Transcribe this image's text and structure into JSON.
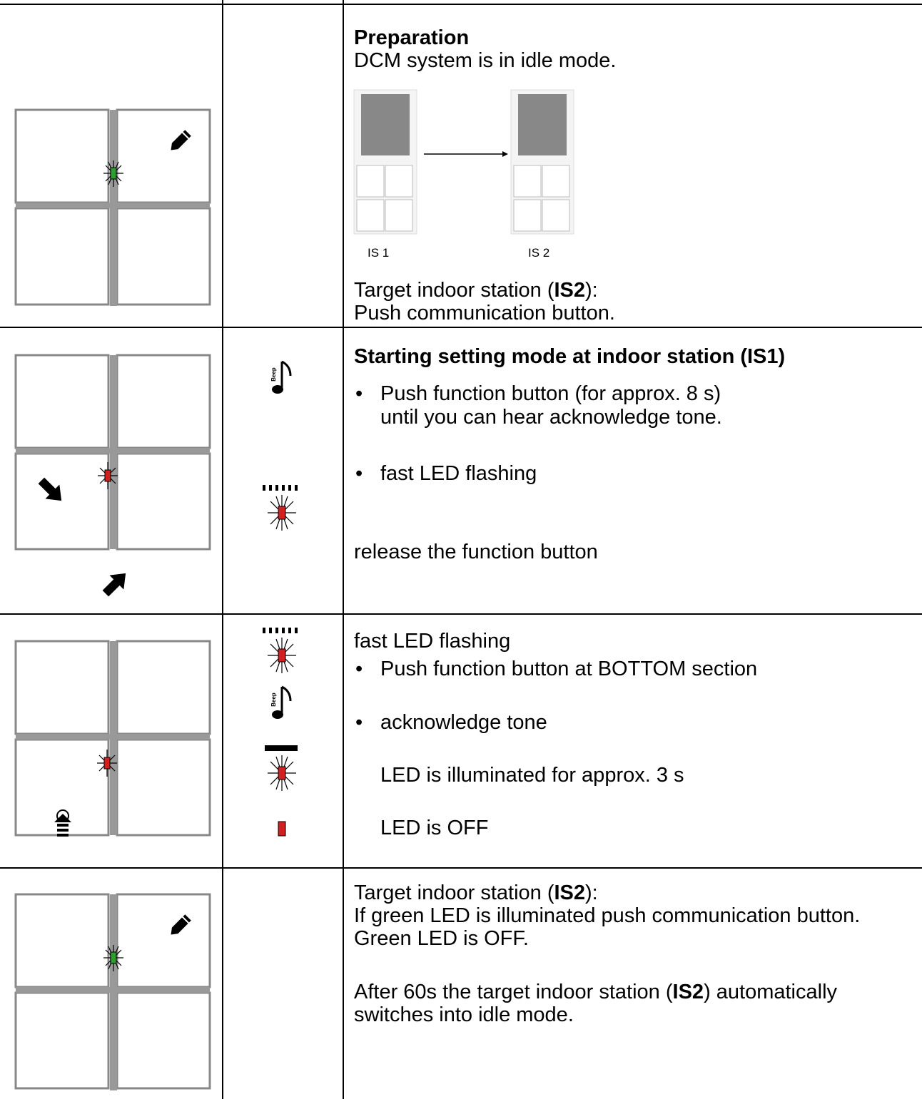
{
  "steps": [
    {
      "heading": "Preparation",
      "lines": [
        "DCM system is in idle mode."
      ],
      "diagram": {
        "label_left": "IS 1",
        "label_right": "IS 2"
      },
      "target": {
        "prefix": "Target indoor station (",
        "bold": "IS2",
        "suffix": "):"
      },
      "action": "Push communication button.",
      "led_color": "#2e9e2e"
    },
    {
      "heading": "Starting setting mode at indoor station (IS1)",
      "bullet1_line1": "Push function button (for approx. 8 s)",
      "bullet1_line2": "until you can hear acknowledge tone.",
      "bullet2": "fast LED flashing",
      "release": "release the function button",
      "led_color": "#d22020",
      "beep_label": "Beep"
    },
    {
      "line1": "fast LED flashing",
      "bullet1": "Push function button at BOTTOM section",
      "bullet2": "acknowledge tone",
      "line_illuminated": "LED is illuminated for approx. 3 s",
      "line_off": "LED is OFF",
      "led_color": "#d22020",
      "beep_label": "Beep"
    },
    {
      "target": {
        "prefix": "Target indoor station (",
        "bold": "IS2",
        "suffix": "):"
      },
      "line2": "If green LED is illuminated push communication button.",
      "line3": "Green LED is OFF.",
      "after_prefix": "After 60s the target indoor station (",
      "after_bold": "IS2",
      "after_suffix": ") automatically",
      "after_line2": "switches into idle mode.",
      "led_color": "#2e9e2e"
    }
  ]
}
